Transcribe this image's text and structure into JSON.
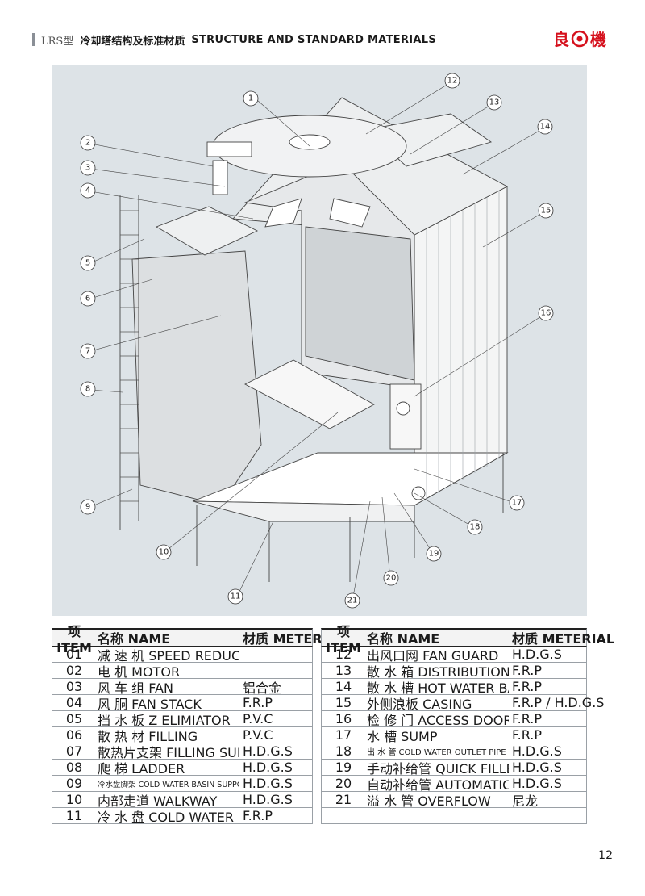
{
  "header": {
    "series": "LRS型",
    "title_cn": "冷却塔结构及标准材质",
    "title_en": "STRUCTURE  AND STANDARD MATERIALS"
  },
  "brand": {
    "left": "良",
    "right": "機"
  },
  "diagram": {
    "callouts": [
      "1",
      "2",
      "3",
      "4",
      "5",
      "6",
      "7",
      "8",
      "9",
      "10",
      "11",
      "12",
      "13",
      "14",
      "15",
      "16",
      "17",
      "18",
      "19",
      "20",
      "21"
    ]
  },
  "table_headers": {
    "item": "项 ITEM",
    "name": "名称 NAME",
    "material": "材质 METERIAL"
  },
  "left_rows": [
    {
      "item": "01",
      "name": "减 速 机 SPEED REDUCER",
      "material": ""
    },
    {
      "item": "02",
      "name": "电  机 MOTOR",
      "material": ""
    },
    {
      "item": "03",
      "name": "风 车 组 FAN",
      "material": "铝合金"
    },
    {
      "item": "04",
      "name": "风    胴 FAN STACK",
      "material": "F.R.P"
    },
    {
      "item": "05",
      "name": "挡 水 板 Z ELIMIATOR",
      "material": "P.V.C"
    },
    {
      "item": "06",
      "name": "散 热 材 FILLING",
      "material": "P.V.C"
    },
    {
      "item": "07",
      "name": "散热片支架 FILLING SUPPORT",
      "material": "H.D.G.S"
    },
    {
      "item": "08",
      "name": "爬    梯 LADDER",
      "material": "H.D.G.S"
    },
    {
      "item": "09",
      "name": "冷水盘脚架 COLD WATER BASIN SUPPORT",
      "material": "H.D.G.S"
    },
    {
      "item": "10",
      "name": "内部走道 WALKWAY",
      "material": "H.D.G.S"
    },
    {
      "item": "11",
      "name": "冷 水 盘 COLD WATER BASIN",
      "material": "F.R.P"
    }
  ],
  "right_rows": [
    {
      "item": "12",
      "name": "出风口网 FAN GUARD",
      "material": "H.D.G.S"
    },
    {
      "item": "13",
      "name": "散 水 箱 DISTRIBUTION BOX",
      "material": "F.R.P"
    },
    {
      "item": "14",
      "name": "散 水 槽 HOT WATER BASIN",
      "material": "F.R.P"
    },
    {
      "item": "15",
      "name": "外侧浪板 CASING",
      "material": "F.R.P / H.D.G.S"
    },
    {
      "item": "16",
      "name": "检 修 门 ACCESS DOOR",
      "material": "F.R.P"
    },
    {
      "item": "17",
      "name": "水    槽 SUMP",
      "material": "F.R.P"
    },
    {
      "item": "18",
      "name": "出 水 管 COLD WATER OUTLET PIPE",
      "material": "H.D.G.S"
    },
    {
      "item": "19",
      "name": "手动补给管 QUICK FILLER",
      "material": "H.D.G.S"
    },
    {
      "item": "20",
      "name": "自动补给管 AUTOMATIC FILLER",
      "material": "H.D.G.S"
    },
    {
      "item": "21",
      "name": "溢 水 管 OVERFLOW",
      "material": "尼龙"
    }
  ],
  "page_number": "12"
}
